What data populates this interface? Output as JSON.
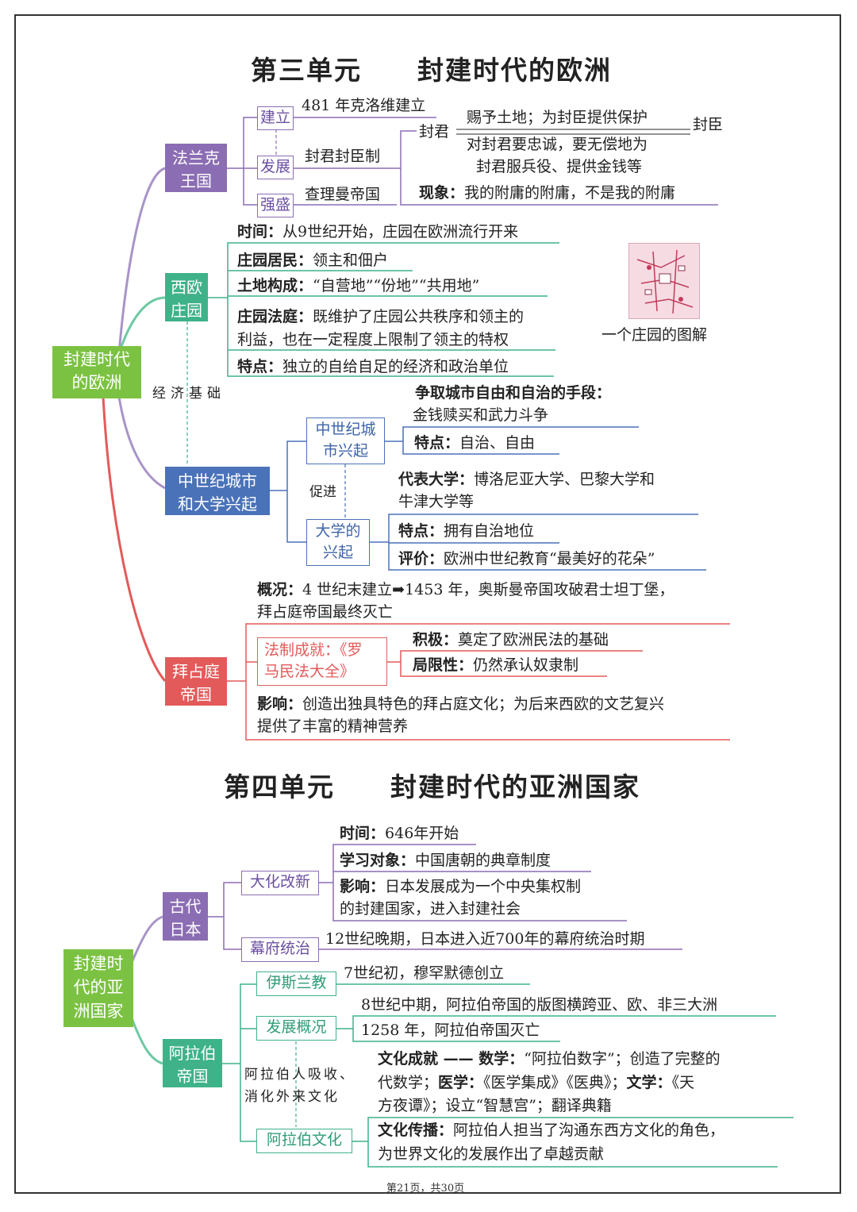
{
  "unit3": {
    "title": "第三单元　　封建时代的欧洲",
    "root": "封建时代\n的欧洲",
    "frank": {
      "label": "法兰克\n王国",
      "jianli": "建立",
      "jianli_text": "481 年克洛维建立",
      "fazhan": "发展",
      "fazhan_text": "封君封臣制",
      "qiangsheng": "强盛",
      "qiangsheng_text": "查理曼帝国",
      "fengjun": "封君",
      "fengchen": "封臣",
      "up_text": "赐予土地；为封臣提供保护",
      "down_text": "对封君要忠诚，要无偿地为",
      "down_text2": "封君服兵役、提供金钱等",
      "xianxiang_label": "现象：",
      "xianxiang_text": "我的附庸的附庸，不是我的附庸"
    },
    "manor": {
      "label": "西欧\n庄园",
      "time_label": "时间：",
      "time_text": "从9世纪开始，庄园在欧洲流行开来",
      "residents_label": "庄园居民：",
      "residents_text": "领主和佃户",
      "land_label": "土地构成：",
      "land_text": "“自营地”“份地”“共用地”",
      "court_label": "庄园法庭：",
      "court_text1": "既维护了庄园公共秩序和领主的",
      "court_text2": "利益，也在一定程度上限制了领主的特权",
      "feature_label": "特点：",
      "feature_text": "独立的自给自足的经济和政治单位",
      "image_caption": "一个庄园的图解",
      "econ_basis": "经济基础"
    },
    "city": {
      "label": "中世纪城市\n和大学兴起",
      "city_box": "中世纪城\n市兴起",
      "univ_box": "大学的\n兴起",
      "promote": "促进",
      "means_label": "争取城市自由和自治的手段：",
      "means_text": "金钱赎买和武力斗争",
      "city_feature_label": "特点：",
      "city_feature_text": "自治、自由",
      "rep_label": "代表大学：",
      "rep_text1": "博洛尼亚大学、巴黎大学和",
      "rep_text2": "牛津大学等",
      "univ_feature_label": "特点：",
      "univ_feature_text": "拥有自治地位",
      "eval_label": "评价：",
      "eval_text": "欧洲中世纪教育“最美好的花朵”"
    },
    "byzantine": {
      "label": "拜占庭\n帝国",
      "overview_label": "概况：",
      "overview_text1": "4 世纪末建立➡1453 年，奥斯曼帝国攻破君士坦丁堡，",
      "overview_text2": "拜占庭帝国最终灭亡",
      "law_box": "法制成就：《罗\n马民法大全》",
      "pos_label": "积极：",
      "pos_text": "奠定了欧洲民法的基础",
      "lim_label": "局限性：",
      "lim_text": "仍然承认奴隶制",
      "impact_label": "影响：",
      "impact_text1": "创造出独具特色的拜占庭文化；为后来西欧的文艺复兴",
      "impact_text2": "提供了丰富的精神营养"
    }
  },
  "unit4": {
    "title": "第四单元　　封建时代的亚洲国家",
    "root": "封建时\n代的亚\n洲国家",
    "japan": {
      "label": "古代\n日本",
      "taika": "大化改新",
      "time_label": "时间：",
      "time_text": "646年开始",
      "obj_label": "学习对象：",
      "obj_text": "中国唐朝的典章制度",
      "impact_label": "影响：",
      "impact_text1": "日本发展成为一个中央集权制",
      "impact_text2": "的封建国家，进入封建社会",
      "shogun": "幕府统治",
      "shogun_text": "12世纪晚期，日本进入近700年的幕府统治时期"
    },
    "arab": {
      "label": "阿拉伯\n帝国",
      "islam": "伊斯兰教",
      "islam_text": "7世纪初，穆罕默德创立",
      "dev": "发展概况",
      "dev_text1": "8世纪中期，阿拉伯帝国的版图横跨亚、欧、非三大洲",
      "dev_text2": "1258 年，阿拉伯帝国灭亡",
      "absorb": "阿拉伯人吸收、\n消化外来文化",
      "culture": "阿拉伯文化",
      "cult_ach_label": "文化成就 —— 数学：",
      "cult_ach_text1": "“阿拉伯数字”；创造了完整的",
      "cult_ach_text2a": "代数学；",
      "cult_ach_med": "医学：",
      "cult_ach_text2b": "《医学集成》《医典》；",
      "cult_ach_lit": "文学：",
      "cult_ach_text2c": "《天",
      "cult_ach_text3": "方夜谭》；设立“智慧宫”；翻译典籍",
      "spread_label": "文化传播：",
      "spread_text1": "阿拉伯人担当了沟通东西方文化的角色，",
      "spread_text2": "为世界文化的发展作出了卓越贡献"
    }
  },
  "footer": "第21页，共30页",
  "colors": {
    "root_green": "#7cc242",
    "purple": "#8b6db3",
    "teal": "#3fb28a",
    "blue": "#4a72b8",
    "red": "#e35a5a"
  }
}
